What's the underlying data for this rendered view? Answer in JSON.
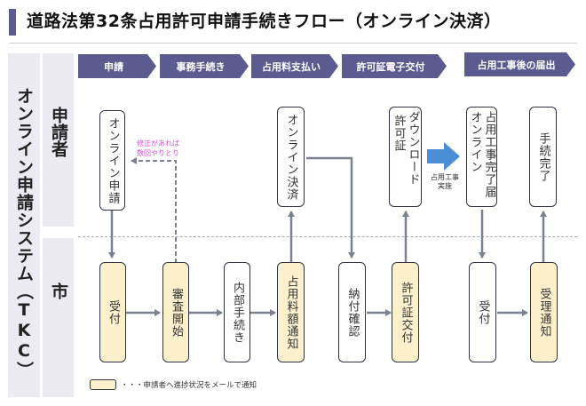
{
  "title": "道路法第32条占用許可申請手続きフロー（オンライン決済）",
  "system_label": "オンライン申請システム（TKC）",
  "roles": {
    "applicant": "申請者",
    "city": "市"
  },
  "phases": [
    "申請",
    "事務手続き",
    "占用料支払い",
    "許可証電子交付",
    "占用工事後の届出"
  ],
  "applicant_steps": [
    {
      "label": "オンライン申請",
      "highlight": false
    },
    {
      "label": "オンライン決済",
      "highlight": false
    },
    {
      "label": "許可証ダウンロード",
      "highlight": false,
      "lines": [
        "許可証",
        "ダウンロード"
      ]
    },
    {
      "label": "オンライン占用工事完了届",
      "highlight": false,
      "lines": [
        "オンライン",
        "占用工事完了届"
      ]
    },
    {
      "label": "手続完了",
      "highlight": false
    }
  ],
  "city_steps": [
    {
      "label": "受付",
      "highlight": true
    },
    {
      "label": "審査開始",
      "highlight": true
    },
    {
      "label": "内部手続き",
      "highlight": false
    },
    {
      "label": "占用料額通知",
      "highlight": true
    },
    {
      "label": "納付確認",
      "highlight": false
    },
    {
      "label": "許可証交付",
      "highlight": true
    },
    {
      "label": "受付",
      "highlight": false
    },
    {
      "label": "受理通知",
      "highlight": true
    }
  ],
  "correction_note": [
    "修正があれば",
    "数回やりとり"
  ],
  "construction_label": [
    "占用工事",
    "実施"
  ],
  "legend": {
    "text": "・・・申請者へ進捗状況をメールで通知"
  },
  "colors": {
    "accent": "#5b5b8f",
    "highlight": "#fdf0cc",
    "note": "#d64fd6",
    "arrow": "#7a8190",
    "big_arrow": "#4a8fd6"
  }
}
